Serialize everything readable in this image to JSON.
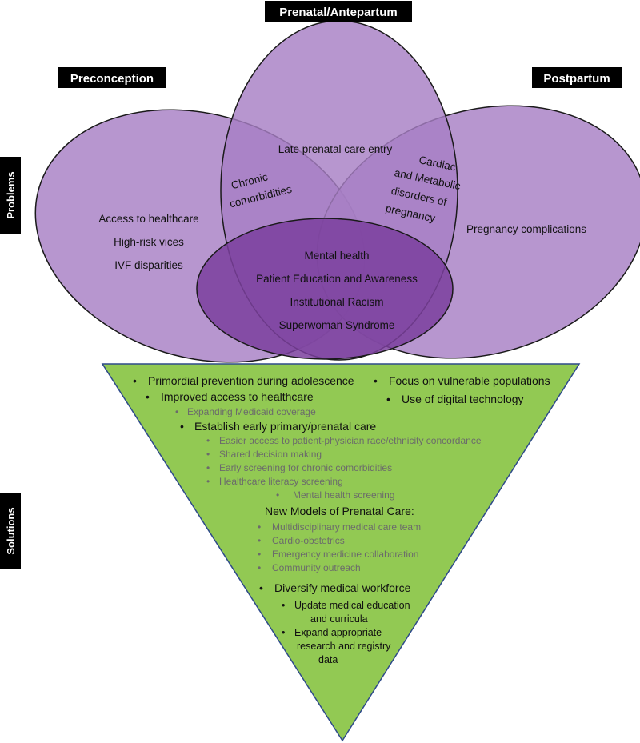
{
  "phases": {
    "prenatal": "Prenatal/Antepartum",
    "preconception": "Preconception",
    "postpartum": "Postpartum"
  },
  "side_labels": {
    "problems": "Problems",
    "solutions": "Solutions"
  },
  "problems": {
    "preconception": [
      "Access to healthcare",
      "High-risk vices",
      "IVF  disparities"
    ],
    "prenatal": "Late prenatal care entry",
    "overlap_left": [
      "Chronic",
      "comorbidities"
    ],
    "overlap_right": [
      "Cardiac",
      "and Metabolic",
      "disorders of",
      "pregnancy"
    ],
    "postpartum": "Pregnancy complications",
    "core": [
      "Mental health",
      "Patient Education and Awareness",
      "Institutional Racism",
      "Superwoman Syndrome"
    ]
  },
  "solutions": {
    "primordial": "Primordial prevention during adolescence",
    "vulnerable": "Focus on vulnerable populations",
    "access": "Improved access to healthcare",
    "digital": "Use of digital technology",
    "medicaid": "Expanding Medicaid coverage",
    "early_care": "Establish early primary/prenatal care",
    "early_care_items": [
      "Easier access to patient-physician race/ethnicity concordance",
      "Shared decision making",
      "Early screening for chronic comorbidities",
      "Healthcare literacy screening"
    ],
    "mental_screening": "Mental health screening",
    "new_models_title": "New Models of Prenatal Care:",
    "new_models_items": [
      "Multidisciplinary medical care team",
      "Cardio-obstetrics",
      "Emergency medicine collaboration",
      "Community outreach"
    ],
    "workforce": "Diversify medical workforce",
    "workforce_items": [
      [
        "Update medical education",
        "and curricula"
      ],
      [
        "Expand appropriate",
        "research and registry",
        "data"
      ]
    ]
  },
  "colors": {
    "ellipse_fill": "#a77fc4",
    "core_fill": "#7b3f9e",
    "outline": "#1a1a1a",
    "triangle_fill": "#92c953",
    "triangle_stroke": "#2e4a8a",
    "label_bg": "#000000"
  }
}
